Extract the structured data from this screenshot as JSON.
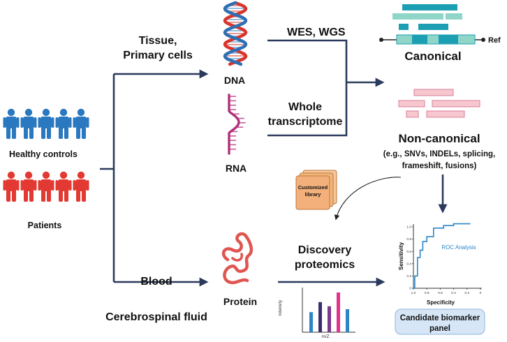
{
  "colors": {
    "controls": "#2a78bf",
    "patients": "#e23a32",
    "arrow": "#2b3a5c",
    "dna_red": "#d8342c",
    "dna_blue": "#2d6fb2",
    "rna": "#b0307a",
    "protein": "#e05550",
    "canonical_dark": "#1d9fb3",
    "canonical_light": "#8fd6c8",
    "noncanonical": "#f0a8b8",
    "library": "#f4b77a",
    "roc": "#2a86c6",
    "panel_box": "#d6e6f6"
  },
  "icons": {
    "people": "person-icon",
    "dna": "dna-double-helix-icon",
    "rna": "rna-strand-icon",
    "protein": "protein-coil-icon",
    "library": "stacked-documents-icon"
  },
  "labels": {
    "healthy_controls": "Healthy controls",
    "patients": "Patients",
    "tissue_line1": "Tissue,",
    "tissue_line2": "Primary cells",
    "blood_line1": "Blood",
    "blood_line2": "Cerebrospinal fluid",
    "dna": "DNA",
    "rna": "RNA",
    "protein": "Protein",
    "wes_wgs": "WES, WGS",
    "transcriptome_line1": "Whole",
    "transcriptome_line2": "transcriptome",
    "canonical": "Canonical",
    "ref": "Ref",
    "noncanonical": "Non-canonical",
    "noncanonical_sub1": "(e.g., SNVs, INDELs, splicing,",
    "noncanonical_sub2": "frameshift, fusions)",
    "library_line1": "Customized",
    "library_line2": "library",
    "discovery_line1": "Discovery",
    "discovery_line2": "proteomics",
    "panel_line1": "Candidate biomarker",
    "panel_line2": "panel"
  },
  "ms_spectrum": {
    "xlabel": "m/Z",
    "ylabel": "Intensity",
    "bars": [
      {
        "value": 0.48,
        "color": "#2a86c6"
      },
      {
        "value": 0.72,
        "color": "#3b2d6b"
      },
      {
        "value": 0.62,
        "color": "#7a3a8c"
      },
      {
        "value": 0.95,
        "color": "#e3328c"
      },
      {
        "value": 0.55,
        "color": "#2a86c6"
      }
    ]
  },
  "chart_data": {
    "type": "line",
    "title": "",
    "annotation": "ROC Analysis",
    "xlabel": "Specificity",
    "ylabel": "Sensitivity",
    "x_ticks": [
      "1.0",
      "0.8",
      "0.6",
      "0.4",
      "0.2",
      "0"
    ],
    "y_ticks": [
      "0",
      "0.2",
      "0.4",
      "0.6",
      "0.8",
      "1.0"
    ],
    "xlim": [
      1.0,
      0.0
    ],
    "ylim": [
      0.0,
      1.0
    ],
    "series": [
      {
        "x": [
          1.0,
          0.98,
          0.98,
          0.94,
          0.94,
          0.9,
          0.9,
          0.86,
          0.86,
          0.8,
          0.8,
          0.7,
          0.7,
          0.55,
          0.55,
          0.4,
          0.4,
          0.15
        ],
        "y": [
          0.0,
          0.0,
          0.2,
          0.2,
          0.5,
          0.5,
          0.62,
          0.62,
          0.76,
          0.76,
          0.84,
          0.84,
          0.98,
          0.98,
          1.02,
          1.02,
          1.05,
          1.05
        ]
      }
    ]
  }
}
